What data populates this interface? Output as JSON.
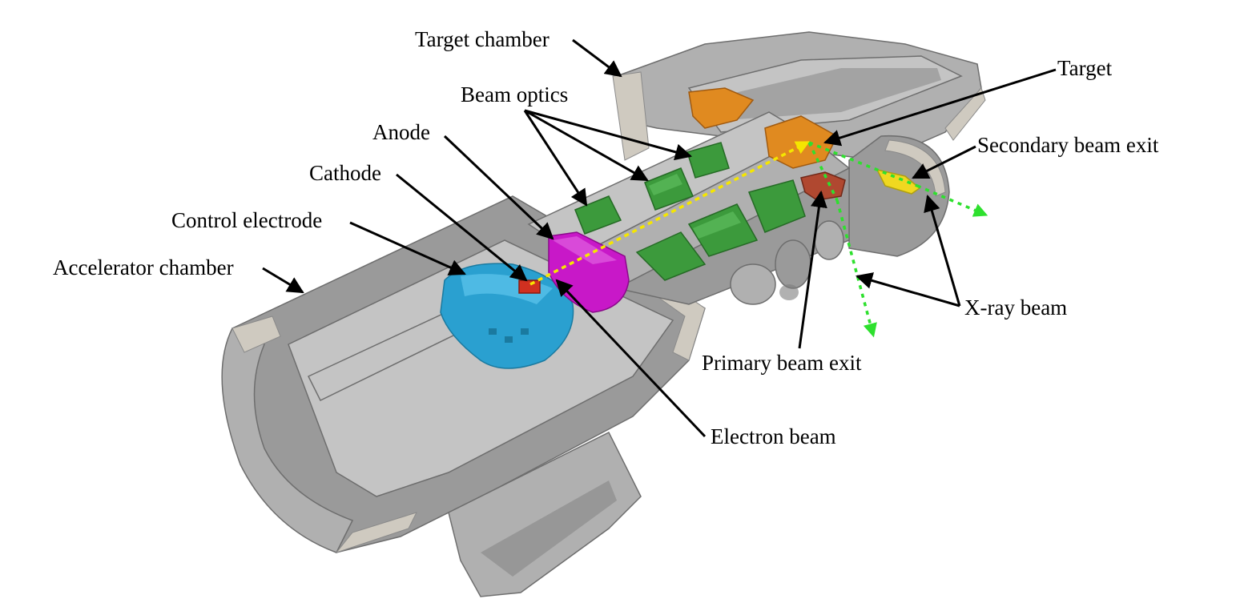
{
  "labels": {
    "target_chamber": "Target chamber",
    "target": "Target",
    "beam_optics": "Beam optics",
    "anode": "Anode",
    "cathode": "Cathode",
    "secondary_beam_exit": "Secondary beam exit",
    "control_electrode": "Control electrode",
    "accelerator_chamber": "Accelerator chamber",
    "xray_beam": "X-ray beam",
    "primary_beam_exit": "Primary beam exit",
    "electron_beam": "Electron beam"
  },
  "colors": {
    "housing": "#9a9a9a",
    "control_electrode": "#2aa0d0",
    "cathode": "#d03020",
    "anode": "#c818c8",
    "beam_optics": "#3c9a3c",
    "target": "#e08a20",
    "primary_beam_exit": "#b04830",
    "secondary_beam_exit": "#f0d820",
    "electron_beam": "#f5e600",
    "xray_beam": "#2ee02e",
    "leader_lines": "#000000"
  }
}
